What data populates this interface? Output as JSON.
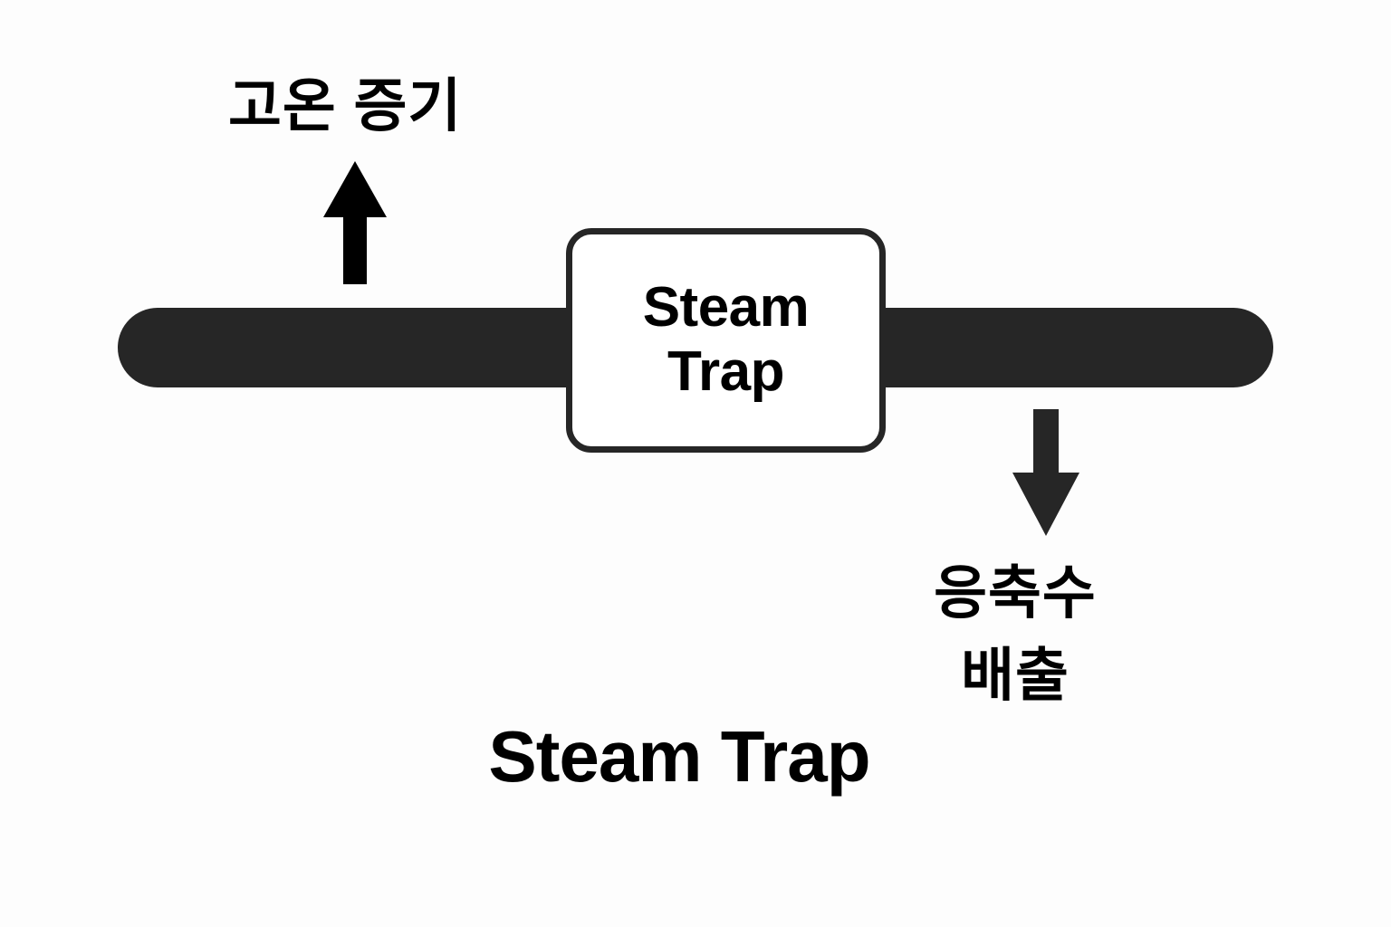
{
  "diagram": {
    "title": "Steam Trap",
    "background_color": "#fdfdfd",
    "pipe": {
      "name": "steam-pipe",
      "color": "#262626"
    },
    "trap_box": {
      "label_line1": "Steam",
      "label_line2": "Trap",
      "fill_color": "#ffffff",
      "border_color": "#262626"
    },
    "inlet": {
      "arrow_direction": "up",
      "arrow_color": "#000000",
      "label": "고온 증기"
    },
    "outlet": {
      "arrow_direction": "down",
      "arrow_color": "#262626",
      "label_line1": "응축수",
      "label_line2": "배출"
    },
    "caption": "Steam Trap"
  }
}
